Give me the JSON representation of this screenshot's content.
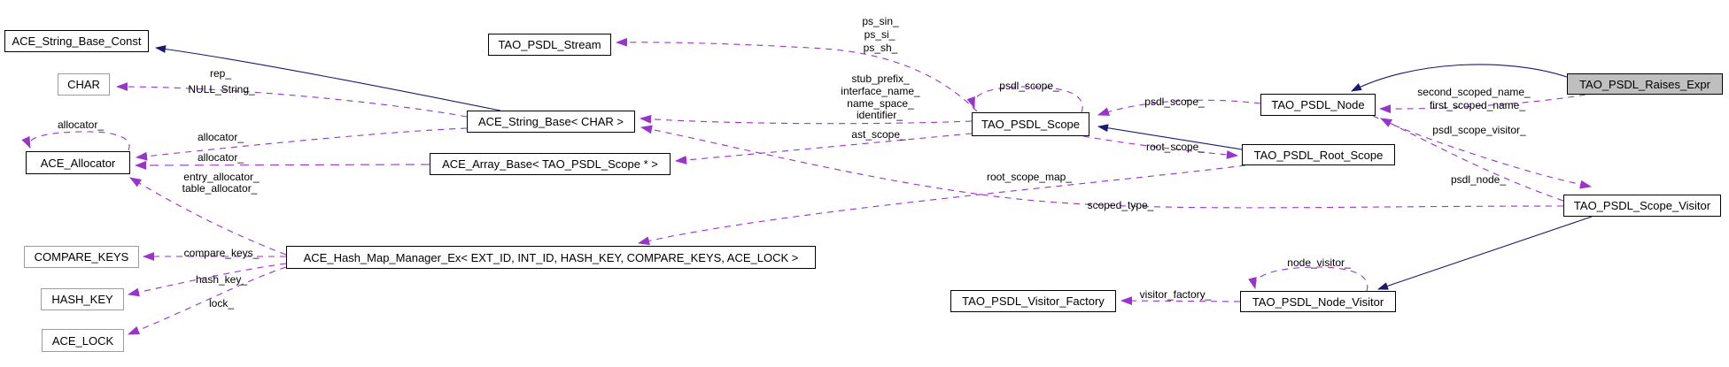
{
  "diagram": {
    "type": "doxygen-collaboration-graph",
    "subject": "TAO_PSDL_Raises_Expr",
    "colors": {
      "background": "#ffffff",
      "inheritance_edge": "#191970",
      "usage_edge": "#9a32cd",
      "node_border": "#000000",
      "template_param_border": "#9c9c9c",
      "subject_fill": "#bfbfbf"
    },
    "nodes": [
      {
        "label": "ACE_String_Base_Const"
      },
      {
        "label": "CHAR"
      },
      {
        "label": "ACE_Allocator"
      },
      {
        "label": "COMPARE_KEYS"
      },
      {
        "label": "HASH_KEY"
      },
      {
        "label": "ACE_LOCK"
      },
      {
        "label": "TAO_PSDL_Stream"
      },
      {
        "label": "ACE_String_Base< CHAR >"
      },
      {
        "label": "ACE_Array_Base< TAO_PSDL_Scope * >"
      },
      {
        "label": "ACE_Hash_Map_Manager_Ex< EXT_ID, INT_ID, HASH_KEY, COMPARE_KEYS, ACE_LOCK >"
      },
      {
        "label": "TAO_PSDL_Scope"
      },
      {
        "label": "TAO_PSDL_Node"
      },
      {
        "label": "TAO_PSDL_Root_Scope"
      },
      {
        "label": "TAO_PSDL_Raises_Expr"
      },
      {
        "label": "TAO_PSDL_Scope_Visitor"
      },
      {
        "label": "TAO_PSDL_Visitor_Factory"
      },
      {
        "label": "TAO_PSDL_Node_Visitor"
      }
    ],
    "edge_labels": [
      {
        "text": "rep_"
      },
      {
        "text": "NULL_String_"
      },
      {
        "text": "allocator_"
      },
      {
        "text": "allocator_"
      },
      {
        "text": "allocator_"
      },
      {
        "text": "entry_allocator_"
      },
      {
        "text": "table_allocator_"
      },
      {
        "text": "compare_keys_"
      },
      {
        "text": "hash_key_"
      },
      {
        "text": "lock_"
      },
      {
        "text": "ps_sin_"
      },
      {
        "text": "ps_si_"
      },
      {
        "text": "ps_sh_"
      },
      {
        "text": "stub_prefix_"
      },
      {
        "text": "interface_name_"
      },
      {
        "text": "name_space_"
      },
      {
        "text": "identifier_"
      },
      {
        "text": "ast_scope_"
      },
      {
        "text": "psdl_scope_"
      },
      {
        "text": "psdl_scope_"
      },
      {
        "text": "root_scope_"
      },
      {
        "text": "root_scope_map_"
      },
      {
        "text": "scoped_type_"
      },
      {
        "text": "second_scoped_name_"
      },
      {
        "text": "first_scoped_name_"
      },
      {
        "text": "psdl_scope_visitor_"
      },
      {
        "text": "psdl_node_"
      },
      {
        "text": "node_visitor_"
      },
      {
        "text": "visitor_factory_"
      }
    ]
  }
}
